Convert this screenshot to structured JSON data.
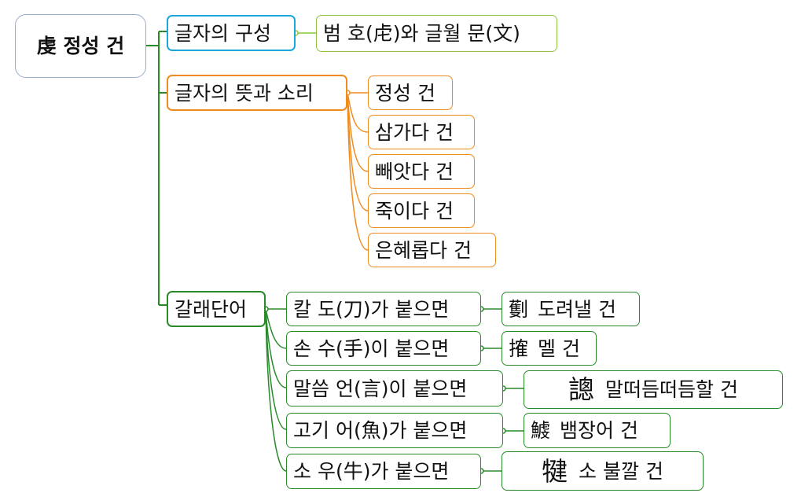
{
  "colors": {
    "blue": "#1aa7e0",
    "lightgreen": "#8cc63f",
    "orange": "#f08c1e",
    "green": "#2a8a2a",
    "root_border": "#9aaccc"
  },
  "root": {
    "label": "虔 정성 건"
  },
  "composition": {
    "label": "글자의 구성",
    "child": "범 호(虍)와 글월 문(文)"
  },
  "meaning": {
    "label": "글자의 뜻과 소리",
    "children": [
      "정성 건",
      "삼가다 건",
      "빼앗다 건",
      "죽이다 건",
      "은혜롭다 건"
    ]
  },
  "derived": {
    "label": "갈래단어",
    "items": [
      {
        "radical": "칼 도(刀)가 붙으면",
        "char": "劐",
        "meaning": "도려낼 건"
      },
      {
        "radical": "손 수(手)이 붙으면",
        "char": "搉",
        "meaning": "멜 건"
      },
      {
        "radical": "말씀 언(言)이 붙으면",
        "char": "謥",
        "meaning": "말떠듬떠듬할 건"
      },
      {
        "radical": "고기 어(魚)가 붙으면",
        "char": "鰬",
        "meaning": "뱀장어 건"
      },
      {
        "radical": "소 우(牛)가 붙으면",
        "char": "犍",
        "meaning": "소 불깔 건"
      }
    ]
  }
}
